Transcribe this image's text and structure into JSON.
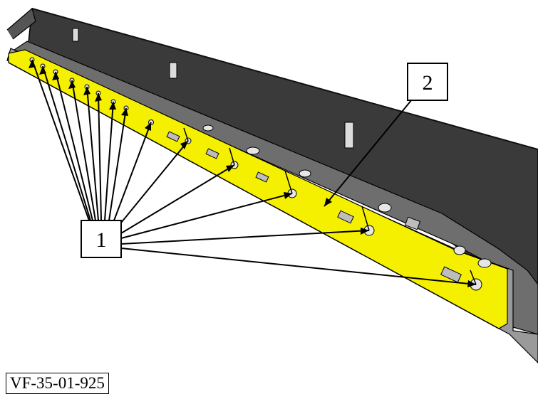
{
  "callouts": [
    {
      "label": "1"
    },
    {
      "label": "2"
    }
  ],
  "reference_code": "VF-35-01-925",
  "colors": {
    "panel_dark": "#3a3a3a",
    "panel_mid": "#6e6e6e",
    "panel_light": "#9a9a9a",
    "seal_yellow": "#f5f000",
    "outline": "#000000",
    "clip_fill": "#e6e6e6"
  }
}
